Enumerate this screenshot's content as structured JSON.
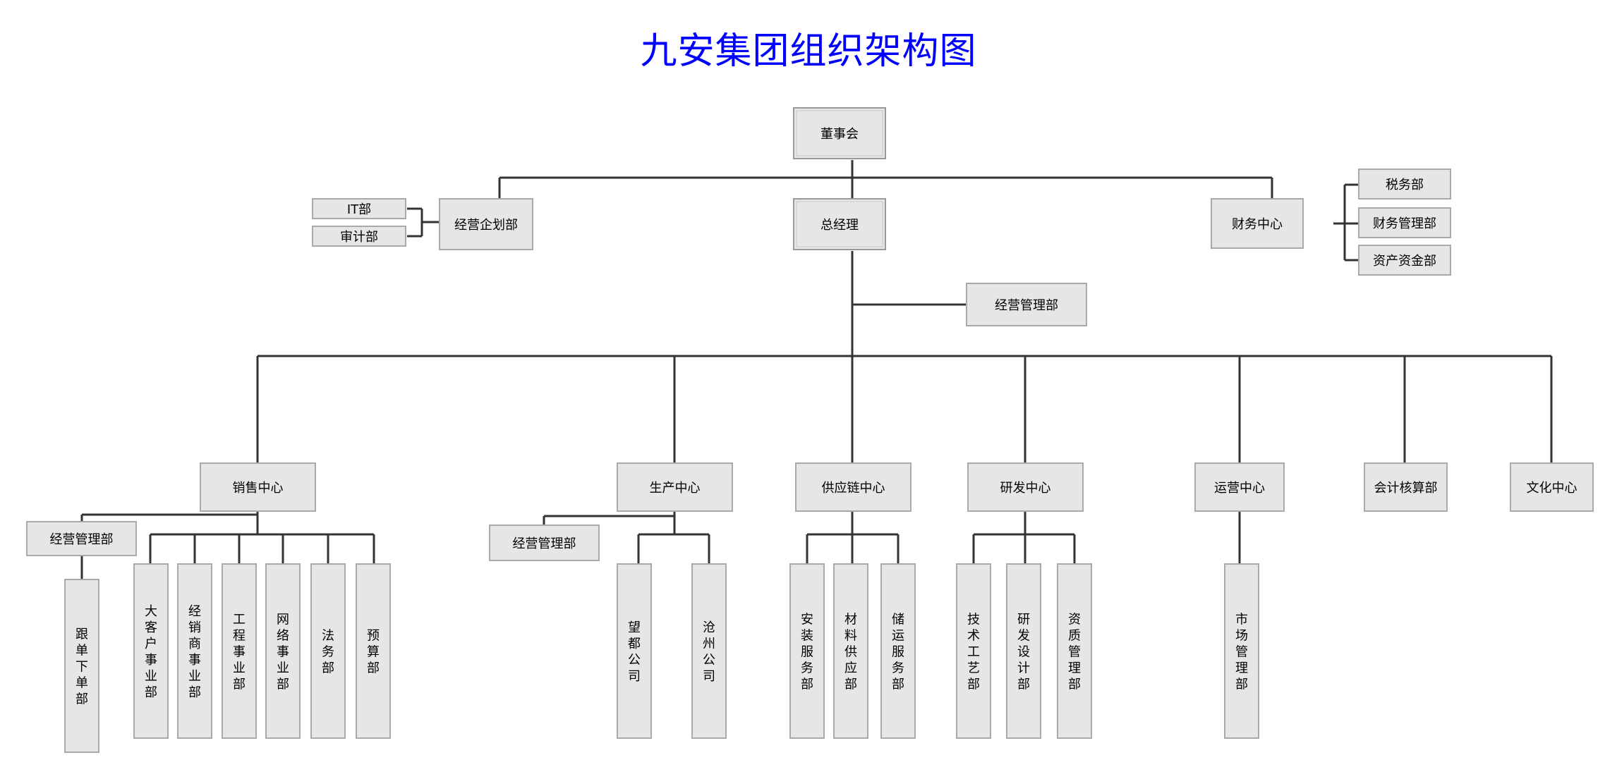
{
  "title": "九安集团组织架构图",
  "colors": {
    "title": "#0000ff",
    "node_fill": "#e6e6e6",
    "node_border": "#a9a9a9",
    "connector": "#333333"
  },
  "nodes": [
    {
      "id": "board",
      "label": "董事会",
      "vertical": false
    },
    {
      "id": "gm",
      "label": "总经理",
      "vertical": false
    },
    {
      "id": "op_planning",
      "label": "经营企划部",
      "vertical": false
    },
    {
      "id": "it",
      "label": "IT部",
      "vertical": false
    },
    {
      "id": "audit",
      "label": "审计部",
      "vertical": false
    },
    {
      "id": "finance_center",
      "label": "财务中心",
      "vertical": false
    },
    {
      "id": "tax",
      "label": "税务部",
      "vertical": false
    },
    {
      "id": "finance_mgmt",
      "label": "财务管理部",
      "vertical": false
    },
    {
      "id": "asset_funds",
      "label": "资产资金部",
      "vertical": false
    },
    {
      "id": "op_mgmt",
      "label": "经营管理部",
      "vertical": false
    },
    {
      "id": "sales",
      "label": "销售中心",
      "vertical": false
    },
    {
      "id": "production",
      "label": "生产中心",
      "vertical": false
    },
    {
      "id": "supply",
      "label": "供应链中心",
      "vertical": false
    },
    {
      "id": "rnd",
      "label": "研发中心",
      "vertical": false
    },
    {
      "id": "operations",
      "label": "运营中心",
      "vertical": false
    },
    {
      "id": "accounting",
      "label": "会计核算部",
      "vertical": false
    },
    {
      "id": "culture",
      "label": "文化中心",
      "vertical": false
    },
    {
      "id": "sales_op_mgmt",
      "label": "经营管理部",
      "vertical": false
    },
    {
      "id": "order_follow",
      "label": "跟单下单部",
      "vertical": true
    },
    {
      "id": "key_account",
      "label": "大客户事业部",
      "vertical": true
    },
    {
      "id": "dealer",
      "label": "经销商事业部",
      "vertical": true
    },
    {
      "id": "engineering",
      "label": "工程事业部",
      "vertical": true
    },
    {
      "id": "network",
      "label": "网络事业部",
      "vertical": true
    },
    {
      "id": "legal",
      "label": "法务部",
      "vertical": true
    },
    {
      "id": "budget",
      "label": "预算部",
      "vertical": true
    },
    {
      "id": "prod_op_mgmt",
      "label": "经营管理部",
      "vertical": false
    },
    {
      "id": "wangdu",
      "label": "望都公司",
      "vertical": true
    },
    {
      "id": "cangzhou",
      "label": "沧州公司",
      "vertical": true
    },
    {
      "id": "install_service",
      "label": "安装服务部",
      "vertical": true
    },
    {
      "id": "material_supply",
      "label": "材料供应部",
      "vertical": true
    },
    {
      "id": "storage_transport",
      "label": "储运服务部",
      "vertical": true
    },
    {
      "id": "tech_process",
      "label": "技术工艺部",
      "vertical": true
    },
    {
      "id": "rnd_design",
      "label": "研发设计部",
      "vertical": true
    },
    {
      "id": "qualification",
      "label": "资质管理部",
      "vertical": true
    },
    {
      "id": "market_mgmt",
      "label": "市场管理部",
      "vertical": true
    }
  ]
}
